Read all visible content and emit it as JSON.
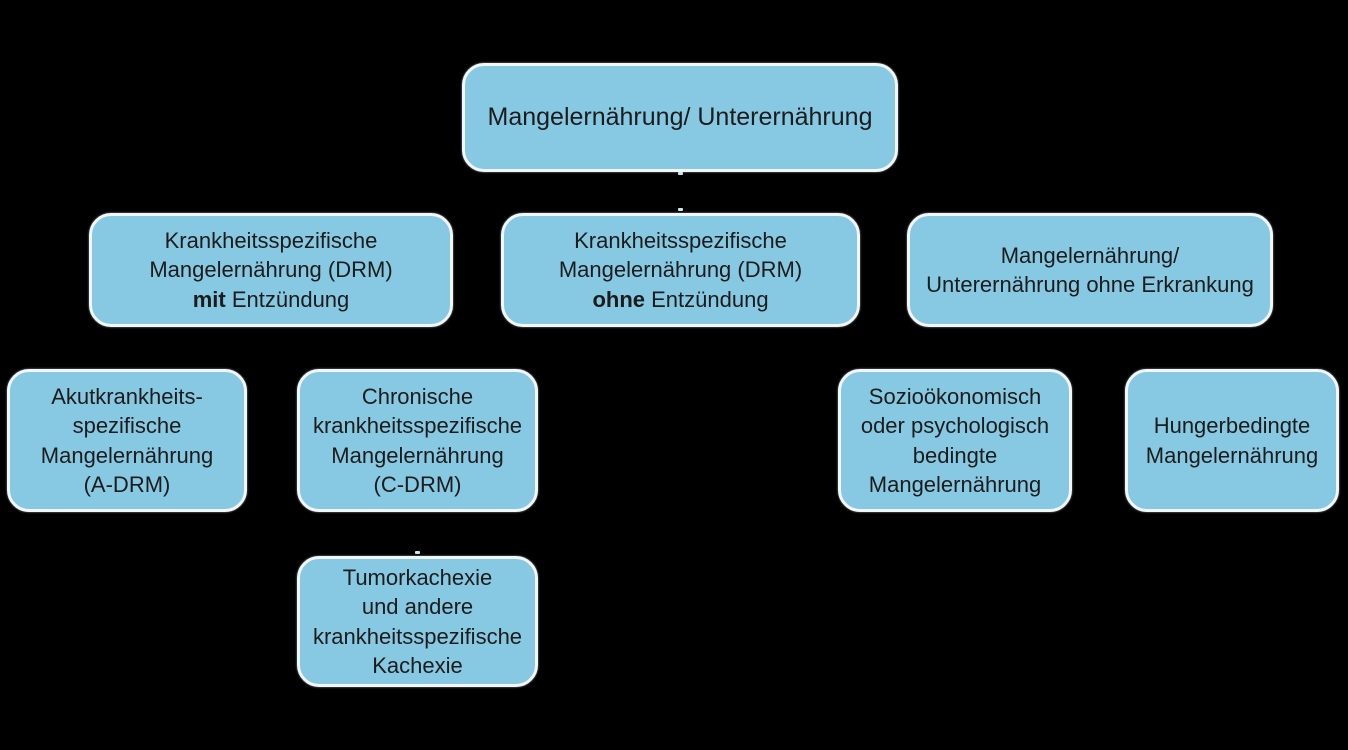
{
  "colors": {
    "background": "#000000",
    "box_fill": "#87c9e2",
    "box_border": "#f0f6f9",
    "text": "#1c1c1c"
  },
  "boxes": {
    "root": {
      "line1": "Mangelernährung/ Unterernährung"
    },
    "drm_mit": {
      "line1": "Krankheitsspezifische",
      "line2": "Mangelernährung (DRM)",
      "bold3": "mit",
      "line3": "Entzündung"
    },
    "drm_ohne": {
      "line1": "Krankheitsspezifische",
      "line2": "Mangelernährung (DRM)",
      "bold3": "ohne",
      "line3": "Entzündung"
    },
    "no_disease": {
      "line1": "Mangelernährung/",
      "line2": "Unterernährung ohne Erkrankung"
    },
    "a_drm": {
      "line1": "Akutkrankheits-",
      "line2": "spezifische",
      "line3": "Mangelernährung",
      "line4": "(A-DRM)"
    },
    "c_drm": {
      "line1": "Chronische",
      "line2": "krankheitsspezifische",
      "line3": "Mangelernährung",
      "line4": "(C-DRM)"
    },
    "socioeconomic": {
      "line1": "Sozioökonomisch",
      "line2": "oder psychologisch",
      "line3": "bedingte",
      "line4": "Mangelernährung"
    },
    "hunger": {
      "line1": "Hungerbedingte",
      "line2": "Mangelernährung"
    },
    "cachexia": {
      "line1": "Tumorkachexie",
      "line2": "und andere",
      "line3": "krankheitsspezifische",
      "line4": "Kachexie"
    }
  }
}
